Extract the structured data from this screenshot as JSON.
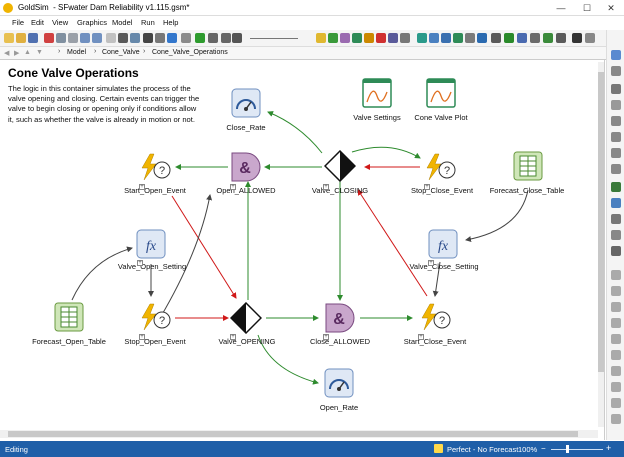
{
  "window": {
    "title": "SFwater Dam Reliability v1.115.gsm*",
    "app": "GoldSim",
    "min": "—",
    "max": "☐",
    "close": "✕"
  },
  "menu": [
    "File",
    "Edit",
    "View",
    "Graphics",
    "Model",
    "Run",
    "Help"
  ],
  "breadcrumb": [
    "Model",
    "Cone_Valve",
    "Cone_Valve_Operations"
  ],
  "container": {
    "title": "Cone Valve Operations",
    "description": "The logic in this container simulates the process of the valve opening and closing. Certain events can trigger the valve to begin closing or opening only if conditions allow it, such as whether the valve is already in motion or not."
  },
  "nodes": {
    "close_rate": "Close_Rate",
    "valve_settings": "Valve Settings",
    "cone_valve_plot": "Cone Valve Plot",
    "start_open_event": "Start_Open_Event",
    "open_allowed": "Open_ALLOWED",
    "valve_closing": "Valve_CLOSING",
    "stop_close_event": "Stop_Close_Event",
    "forecast_close_table": "Forecast_Close_Table",
    "valve_open_setting": "Valve_Open_Setting",
    "valve_close_setting": "Valve_Close_Setting",
    "forecast_open_table": "Forecast_Open_Table",
    "stop_open_event": "Stop_Open_Event",
    "valve_opening": "Valve_OPENING",
    "close_allowed": "Close_ALLOWED",
    "start_close_event": "Start_Close_Event",
    "open_rate": "Open_Rate"
  },
  "glyphs": {
    "and": "&",
    "fx": "fx",
    "q": "?",
    "bolt": "⚡",
    "plus": "+"
  },
  "status": {
    "mode": "Editing",
    "result": "Perfect - No Forecast",
    "zoom": "100%"
  },
  "colors": {
    "green": "#2e8b2e",
    "red": "#d01818",
    "dark": "#444444",
    "status_bg": "#1f5fa8"
  }
}
